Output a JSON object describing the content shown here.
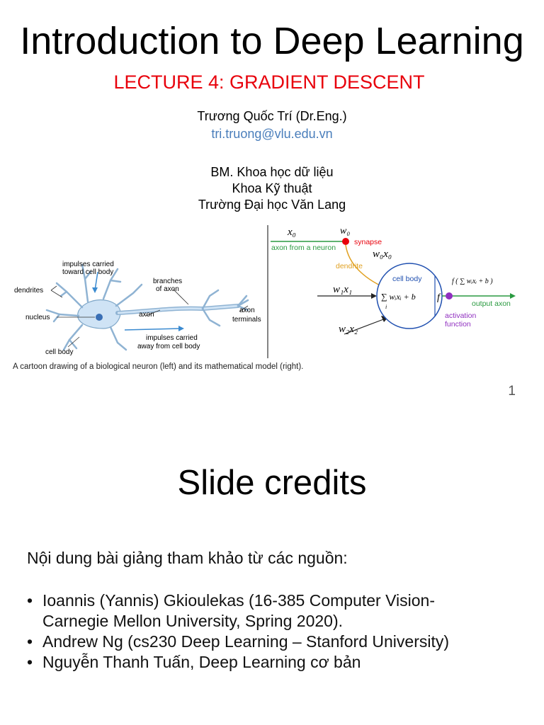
{
  "slide1": {
    "title": "Introduction to Deep Learning",
    "lecture": "LECTURE 4: GRADIENT DESCENT",
    "author": "Trương Quốc Trí (Dr.Eng.)",
    "email": "tri.truong@vlu.edu.vn",
    "org": [
      "BM. Khoa học dữ liệu",
      "Khoa Kỹ thuật",
      "Trường Đại học Văn Lang"
    ],
    "figure": {
      "bio_labels": {
        "impulses_toward": [
          "impulses carried",
          "toward cell body"
        ],
        "dendrites": "dendrites",
        "nucleus": "nucleus",
        "branches": [
          "branches",
          "of axon"
        ],
        "axon": "axon",
        "axon_terminals": [
          "axon",
          "terminals"
        ],
        "impulses_away": [
          "impulses carried",
          "away from cell body"
        ],
        "cell_body": "cell body"
      },
      "math_labels": {
        "x0": "x₀",
        "w0": "w₀",
        "synapse": "synapse",
        "axon_from": "axon from a neuron",
        "w0x0": "w₀x₀",
        "dendrite": "dendrite",
        "cell_body": "cell body",
        "w1x1": "w₁x₁",
        "sum": "∑ wᵢxᵢ + b",
        "sum_index": "i",
        "f": "f",
        "fout": "f ( ∑ wᵢxᵢ + b )",
        "output_axon": "output axon",
        "activation": [
          "activation",
          "function"
        ],
        "w2x2": "w₂x₂"
      },
      "caption": "A cartoon drawing of a biological neuron (left) and its mathematical model (right)."
    },
    "page_number": "1",
    "colors": {
      "lecture": "#e8000b",
      "email": "#4a7ebb",
      "synapse": "#e8000b",
      "dendrite": "#e0a020",
      "cell_body": "#2060c0",
      "activation": "#9030c0",
      "output": "#2a9a40"
    }
  },
  "slide2": {
    "title": "Slide credits",
    "intro": "Nội dung bài giảng tham khảo từ các nguồn:",
    "bullets": [
      [
        "Ioannis (Yannis) Gkioulekas (16-385 Computer Vision-",
        "Carnegie Mellon University, Spring 2020)."
      ],
      [
        "Andrew Ng (cs230 Deep Learning – Stanford University)"
      ],
      [
        "Nguyễn Thanh Tuấn, Deep Learning cơ bản"
      ]
    ],
    "bullet_glyph": "•"
  }
}
